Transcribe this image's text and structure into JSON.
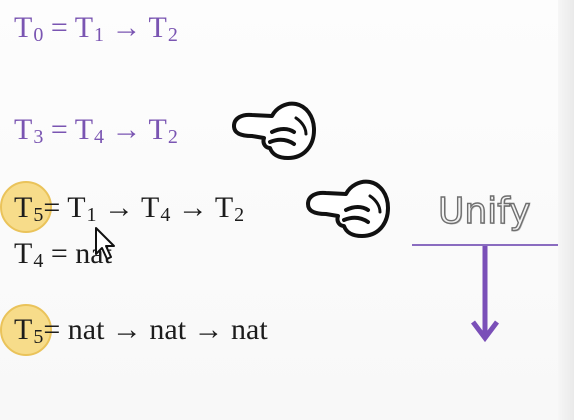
{
  "equations": {
    "eq0": {
      "lhs_base": "T",
      "lhs_sub": "0",
      "eq": " = ",
      "a_base": "T",
      "a_sub": "1",
      "arrow1": " → ",
      "b_base": "T",
      "b_sub": "2"
    },
    "eq1": {
      "lhs_base": "T",
      "lhs_sub": "3",
      "eq": " = ",
      "a_base": "T",
      "a_sub": "4",
      "arrow1": " → ",
      "b_base": "T",
      "b_sub": "2"
    },
    "eq2": {
      "lhs_base": "T",
      "lhs_sub": "5",
      "eq": "= ",
      "a_base": "T",
      "a_sub": "1",
      "arrow1": " → ",
      "b_base": "T",
      "b_sub": "4",
      "arrow2": " → ",
      "c_base": "T",
      "c_sub": "2"
    },
    "eq3": {
      "lhs_base": "T",
      "lhs_sub": "4",
      "eq": " = ",
      "value": "nat"
    },
    "eq4": {
      "lhs_base": "T",
      "lhs_sub": "5",
      "eq": "= ",
      "value": "nat → nat → nat"
    }
  },
  "unify": {
    "label": "Unify"
  },
  "icons": [
    "pointing-hand-icon",
    "cursor-icon",
    "down-arrow-icon"
  ],
  "colors": {
    "purple_text": "#7a55b2",
    "highlight": "#f7dc8a",
    "arrow": "#7a4fb8"
  }
}
